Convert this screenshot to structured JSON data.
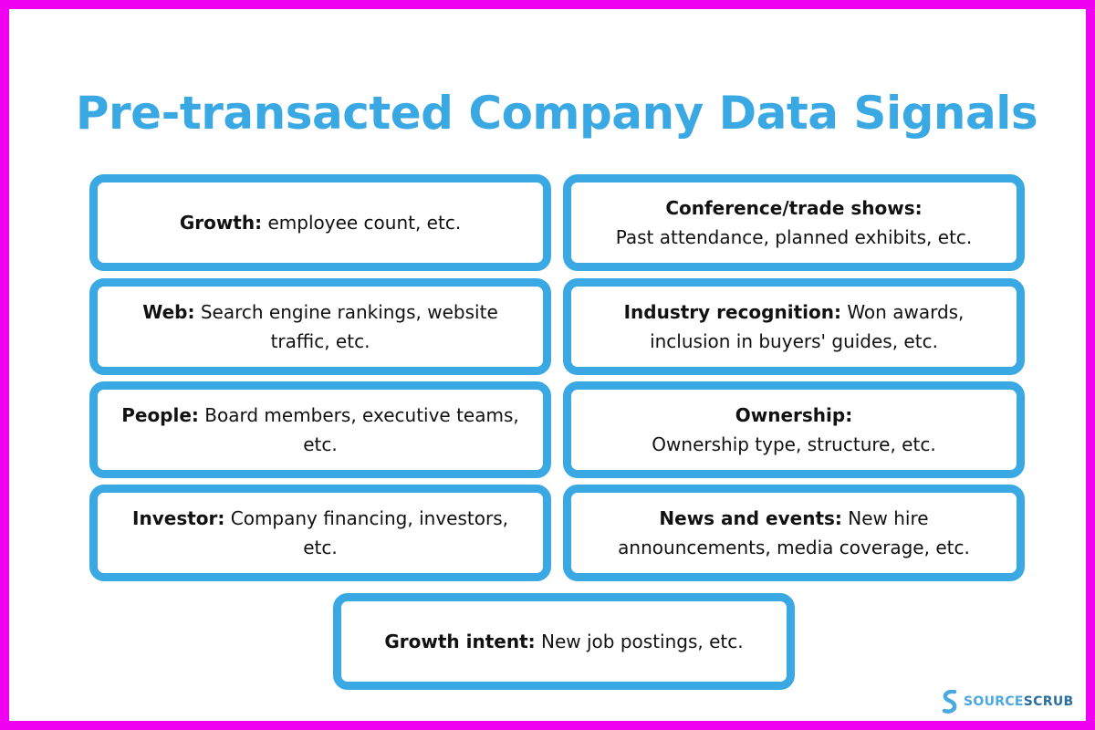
{
  "title": "Pre-transacted Company Data Signals",
  "cards": {
    "growth": {
      "label": "Growth:",
      "text": " employee count, etc."
    },
    "web": {
      "label": "Web:",
      "text": " Search engine rankings, website traffic, etc."
    },
    "people": {
      "label": "People:",
      "text": " Board members, executive teams, etc."
    },
    "investor": {
      "label": "Investor:",
      "text": " Company financing, investors, etc."
    },
    "conference": {
      "label": "Conference/trade shows:",
      "text": "Past attendance, planned exhibits, etc."
    },
    "industry": {
      "label": "Industry recognition:",
      "text": " Won awards, inclusion in buyers' guides, etc."
    },
    "ownership": {
      "label": "Ownership:",
      "text": "Ownership type, structure, etc."
    },
    "news": {
      "label": "News and events:",
      "text": " New hire announcements, media coverage, etc."
    },
    "growth_intent": {
      "label": "Growth intent:",
      "text": " New job postings, etc."
    }
  },
  "logo": {
    "part1": "SOURCE",
    "part2": "SCRUB",
    "icon": "sourcescrub-s-logo-icon"
  },
  "colors": {
    "accent": "#3aa9e3",
    "frame": "#f000f0",
    "text": "#111111"
  }
}
